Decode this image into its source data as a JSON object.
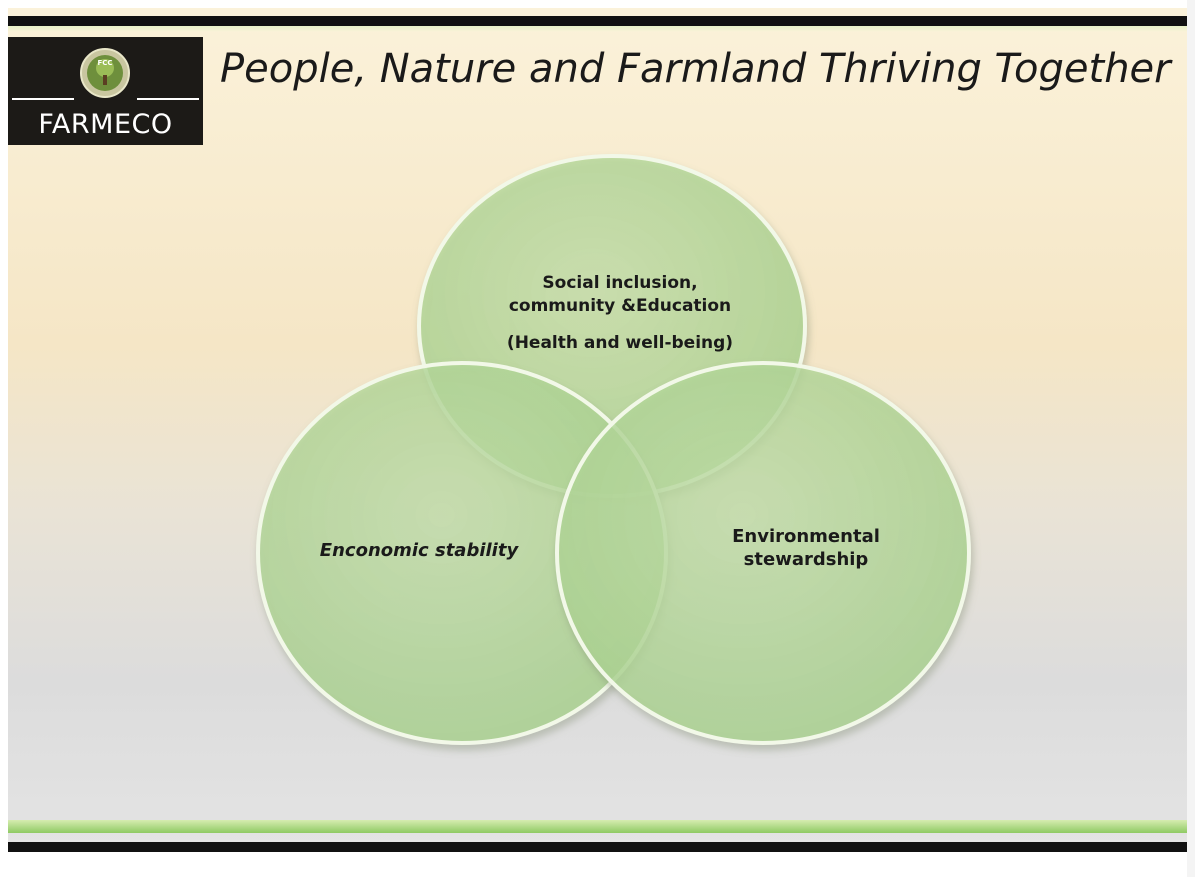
{
  "slide": {
    "title": "People, Nature and Farmland Thriving Together",
    "logo": {
      "text": "FARMECO",
      "emblem_text": "FCC",
      "emblem_icon": "tree-emblem-icon"
    }
  },
  "venn": {
    "circles": [
      {
        "id": "social",
        "lines": [
          "Social inclusion,",
          "community &Education"
        ],
        "subtitle": "(Health and well-being)"
      },
      {
        "id": "economic",
        "lines": [
          "Enconomic stability"
        ]
      },
      {
        "id": "environment",
        "lines": [
          "Environmental",
          "stewardship"
        ]
      }
    ]
  },
  "colors": {
    "circle_fill": "#b9dca0",
    "circle_stroke": "#f2f8e8",
    "top_bar": "#111111",
    "bottom_accent": "#8fca63",
    "logo_background": "#1c1a17"
  }
}
